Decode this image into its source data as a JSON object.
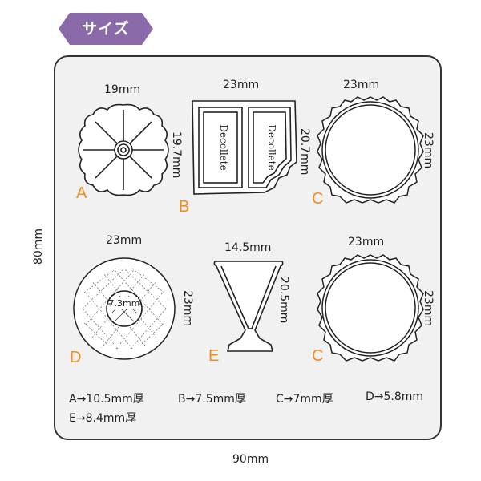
{
  "header": {
    "title": "サイズ",
    "badge_color": "#8a6aa8"
  },
  "panel": {
    "width_label": "90mm",
    "height_label": "80mm"
  },
  "shapes": {
    "a": {
      "letter": "A",
      "width": "19mm"
    },
    "b": {
      "letter": "B",
      "width": "23mm",
      "height": "19.7mm",
      "embossed_text": "Decollete"
    },
    "c1": {
      "letter": "C",
      "width": "23mm",
      "height": "20.7mm",
      "height_right": "23mm"
    },
    "d": {
      "letter": "D",
      "width": "23mm",
      "height": "23mm",
      "inner": "7.3mm"
    },
    "e": {
      "letter": "E",
      "width": "14.5mm",
      "height": "20.5mm"
    },
    "c2": {
      "letter": "C",
      "width": "23mm",
      "height": "23mm"
    }
  },
  "thickness": {
    "a": "A→10.5mm厚",
    "b": "B→7.5mm厚",
    "c": "C→7mm厚",
    "d": "D→5.8mm",
    "e": "E→8.4mm厚"
  },
  "colors": {
    "letter": "#f08c1f",
    "outline": "#222222",
    "panel": "#f1f1f1"
  }
}
